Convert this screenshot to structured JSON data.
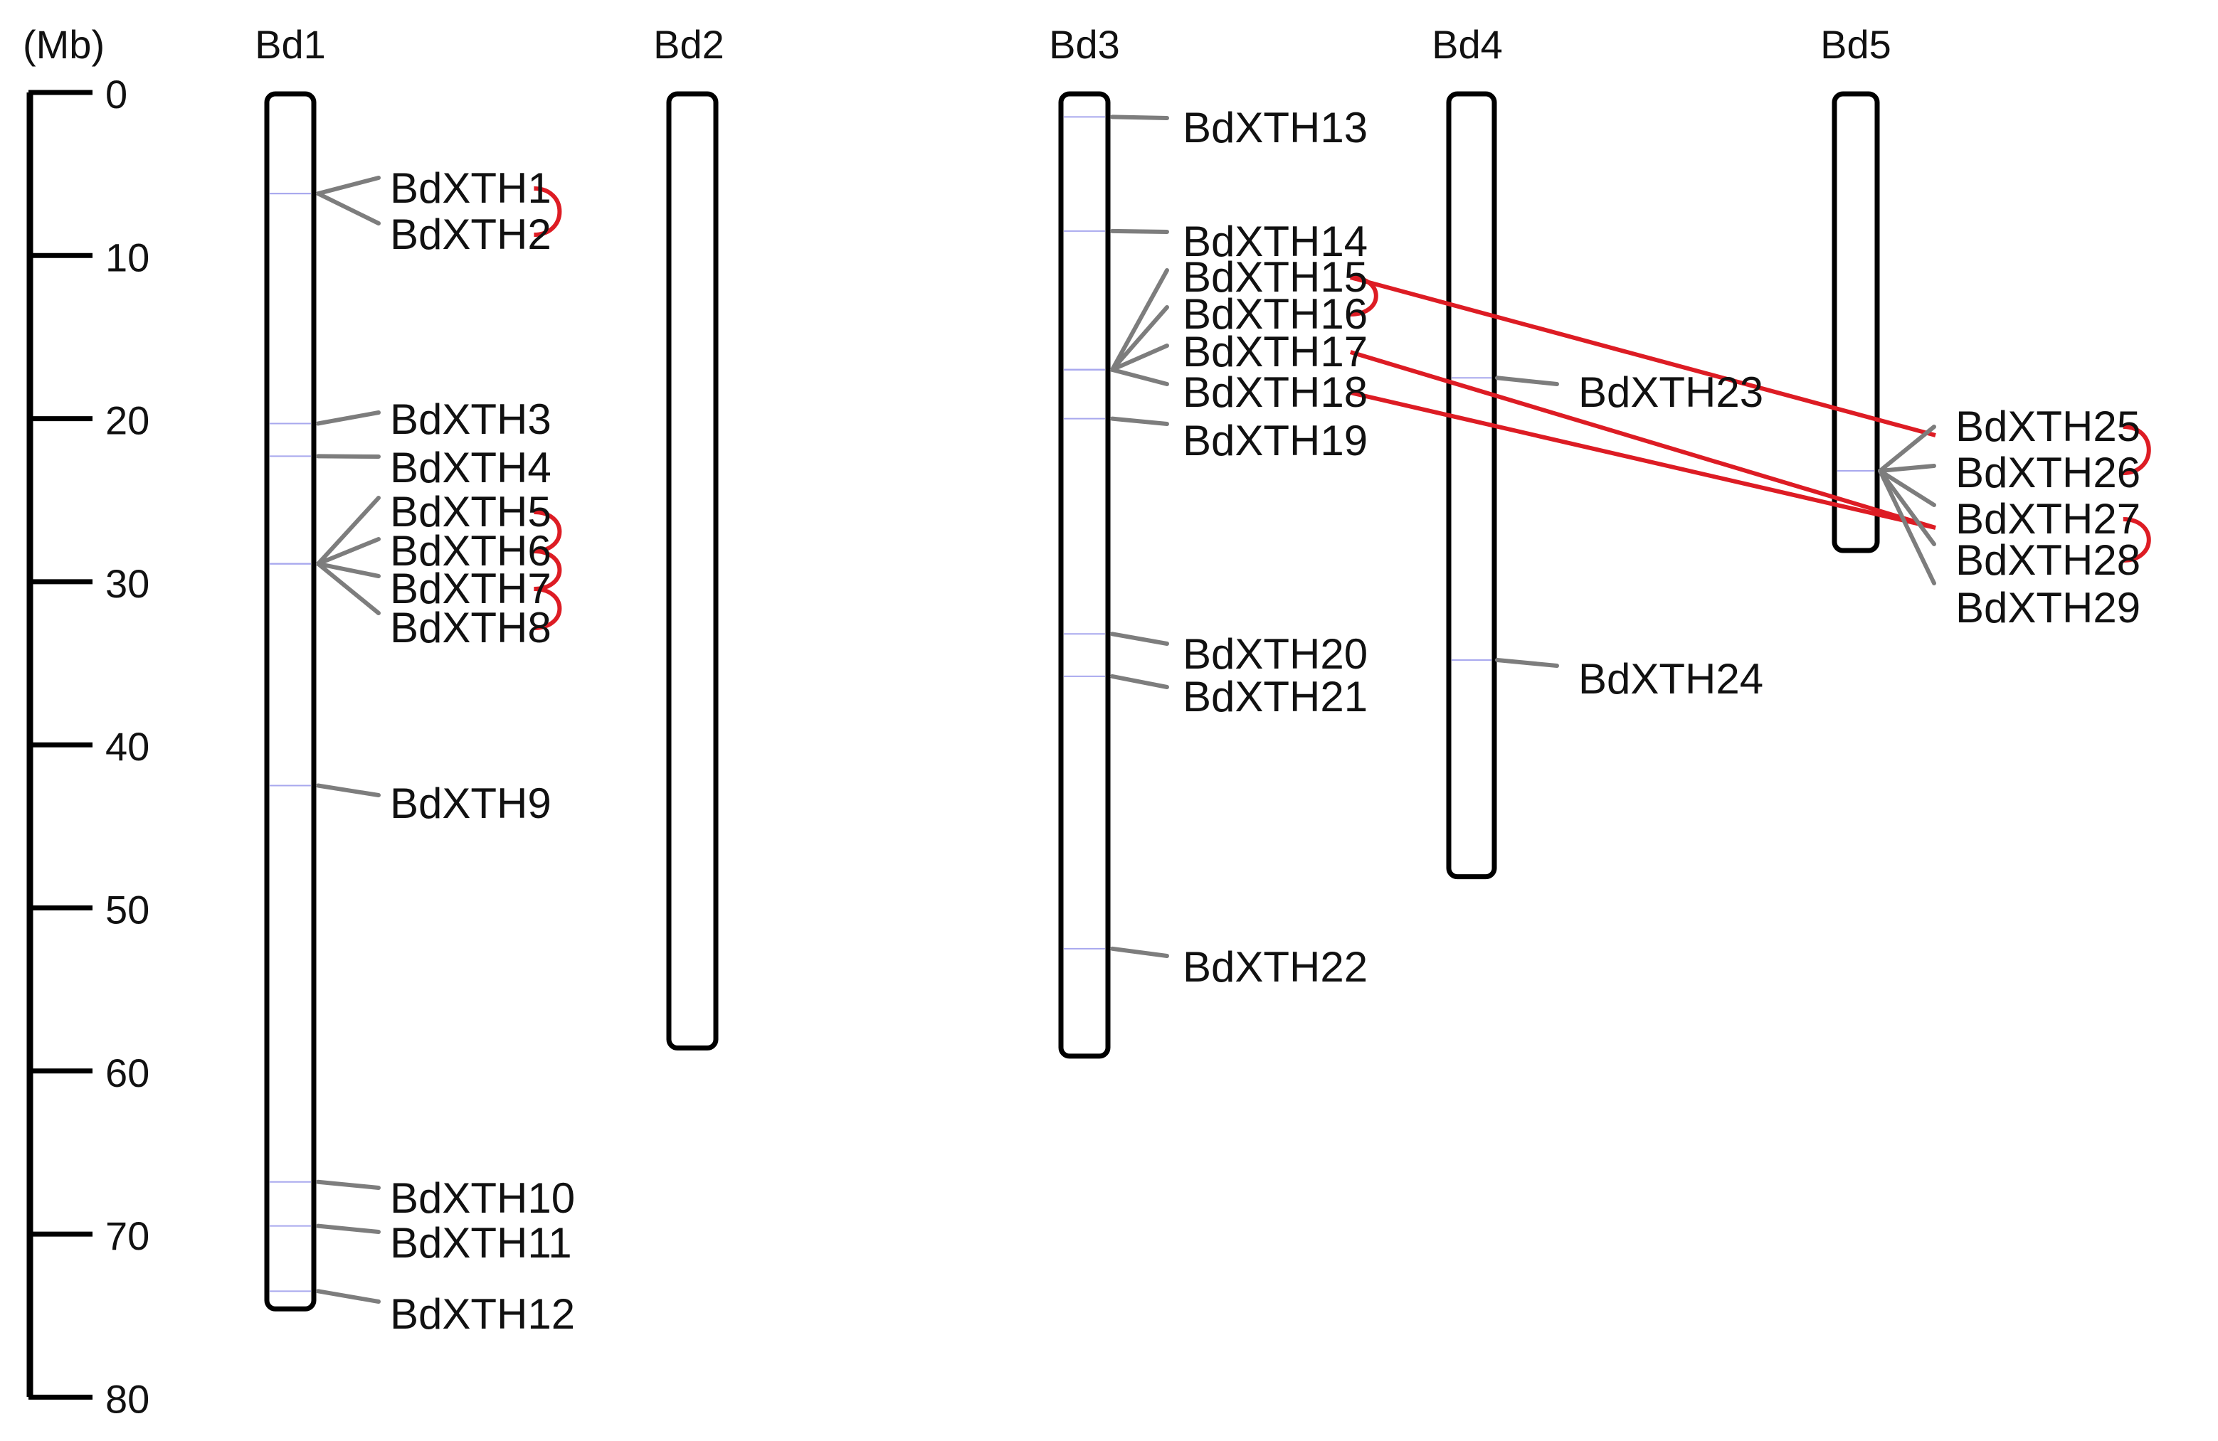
{
  "diagram": {
    "unit_label": "(Mb)",
    "scale": {
      "min": 0,
      "max": 80,
      "tick_step": 10,
      "ticks": [
        "0",
        "10",
        "20",
        "30",
        "40",
        "50",
        "60",
        "70",
        "80"
      ]
    },
    "colors": {
      "connector": "#7d7d7d",
      "duplication": "#dd1c24",
      "gene_band": "#a8a8ee",
      "chromosome_outline": "#000000"
    },
    "chromosomes": [
      {
        "id": "Bd1",
        "name": "Bd1",
        "length_mb": 74.5
      },
      {
        "id": "Bd2",
        "name": "Bd2",
        "length_mb": 58.5
      },
      {
        "id": "Bd3",
        "name": "Bd3",
        "length_mb": 59.0
      },
      {
        "id": "Bd4",
        "name": "Bd4",
        "length_mb": 48.0
      },
      {
        "id": "Bd5",
        "name": "Bd5",
        "length_mb": 28.0
      }
    ],
    "genes": [
      {
        "id": "BdXTH1",
        "label": "BdXTH1",
        "chr": "Bd1",
        "pos_mb": 6.2
      },
      {
        "id": "BdXTH2",
        "label": "BdXTH2",
        "chr": "Bd1",
        "pos_mb": 6.2
      },
      {
        "id": "BdXTH3",
        "label": "BdXTH3",
        "chr": "Bd1",
        "pos_mb": 20.3
      },
      {
        "id": "BdXTH4",
        "label": "BdXTH4",
        "chr": "Bd1",
        "pos_mb": 22.3
      },
      {
        "id": "BdXTH5",
        "label": "BdXTH5",
        "chr": "Bd1",
        "pos_mb": 28.9
      },
      {
        "id": "BdXTH6",
        "label": "BdXTH6",
        "chr": "Bd1",
        "pos_mb": 28.9
      },
      {
        "id": "BdXTH7",
        "label": "BdXTH7",
        "chr": "Bd1",
        "pos_mb": 28.9
      },
      {
        "id": "BdXTH8",
        "label": "BdXTH8",
        "chr": "Bd1",
        "pos_mb": 28.9
      },
      {
        "id": "BdXTH9",
        "label": "BdXTH9",
        "chr": "Bd1",
        "pos_mb": 42.5
      },
      {
        "id": "BdXTH10",
        "label": "BdXTH10",
        "chr": "Bd1",
        "pos_mb": 66.8
      },
      {
        "id": "BdXTH11",
        "label": "BdXTH11",
        "chr": "Bd1",
        "pos_mb": 69.5
      },
      {
        "id": "BdXTH12",
        "label": "BdXTH12",
        "chr": "Bd1",
        "pos_mb": 73.5
      },
      {
        "id": "BdXTH13",
        "label": "BdXTH13",
        "chr": "Bd3",
        "pos_mb": 1.5
      },
      {
        "id": "BdXTH14",
        "label": "BdXTH14",
        "chr": "Bd3",
        "pos_mb": 8.5
      },
      {
        "id": "BdXTH15",
        "label": "BdXTH15",
        "chr": "Bd3",
        "pos_mb": 17.0
      },
      {
        "id": "BdXTH16",
        "label": "BdXTH16",
        "chr": "Bd3",
        "pos_mb": 17.0
      },
      {
        "id": "BdXTH17",
        "label": "BdXTH17",
        "chr": "Bd3",
        "pos_mb": 17.0
      },
      {
        "id": "BdXTH18",
        "label": "BdXTH18",
        "chr": "Bd3",
        "pos_mb": 17.0
      },
      {
        "id": "BdXTH19",
        "label": "BdXTH19",
        "chr": "Bd3",
        "pos_mb": 20.0
      },
      {
        "id": "BdXTH20",
        "label": "BdXTH20",
        "chr": "Bd3",
        "pos_mb": 33.2
      },
      {
        "id": "BdXTH21",
        "label": "BdXTH21",
        "chr": "Bd3",
        "pos_mb": 35.8
      },
      {
        "id": "BdXTH22",
        "label": "BdXTH22",
        "chr": "Bd3",
        "pos_mb": 52.5
      },
      {
        "id": "BdXTH23",
        "label": "BdXTH23",
        "chr": "Bd4",
        "pos_mb": 17.5
      },
      {
        "id": "BdXTH24",
        "label": "BdXTH24",
        "chr": "Bd4",
        "pos_mb": 34.8
      },
      {
        "id": "BdXTH25",
        "label": "BdXTH25",
        "chr": "Bd5",
        "pos_mb": 23.2
      },
      {
        "id": "BdXTH26",
        "label": "BdXTH26",
        "chr": "Bd5",
        "pos_mb": 23.2
      },
      {
        "id": "BdXTH27",
        "label": "BdXTH27",
        "chr": "Bd5",
        "pos_mb": 23.2
      },
      {
        "id": "BdXTH28",
        "label": "BdXTH28",
        "chr": "Bd5",
        "pos_mb": 23.2
      },
      {
        "id": "BdXTH29",
        "label": "BdXTH29",
        "chr": "Bd5",
        "pos_mb": 23.2
      }
    ],
    "tandem_duplications": [
      [
        "BdXTH1",
        "BdXTH2"
      ],
      [
        "BdXTH5",
        "BdXTH6"
      ],
      [
        "BdXTH6",
        "BdXTH7"
      ],
      [
        "BdXTH7",
        "BdXTH8"
      ],
      [
        "BdXTH15",
        "BdXTH16"
      ],
      [
        "BdXTH25",
        "BdXTH26"
      ],
      [
        "BdXTH27",
        "BdXTH28"
      ]
    ],
    "segmental_duplications": [
      [
        "BdXTH15",
        "BdXTH25"
      ],
      [
        "BdXTH17",
        "BdXTH27"
      ],
      [
        "BdXTH18",
        "BdXTH27"
      ]
    ]
  }
}
